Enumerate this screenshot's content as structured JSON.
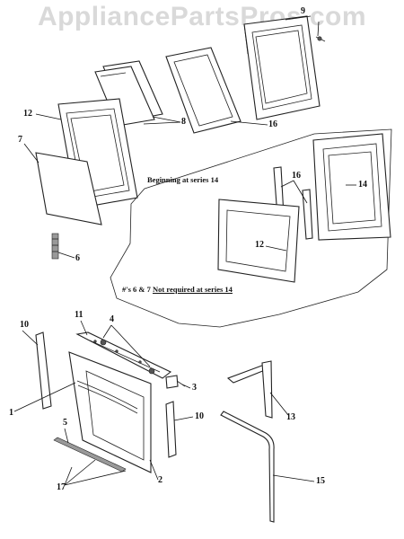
{
  "watermark": "AppliancePartsPros.com",
  "notes": {
    "beginning_series": "Beginning at series  14",
    "not_required_prefix": "#'s 6 & 7",
    "not_required_rest": "Not required at series 14"
  },
  "callouts": {
    "c9": "9",
    "c12_top": "12",
    "c8": "8",
    "c16_top": "16",
    "c7": "7",
    "c6": "6",
    "c16_inset": "16",
    "c14": "14",
    "c12_inset": "12",
    "c10_left": "10",
    "c11": "11",
    "c4": "4",
    "c1": "1",
    "c3": "3",
    "c10_right": "10",
    "c13": "13",
    "c5": "5",
    "c17": "17",
    "c2": "2",
    "c15": "15"
  }
}
